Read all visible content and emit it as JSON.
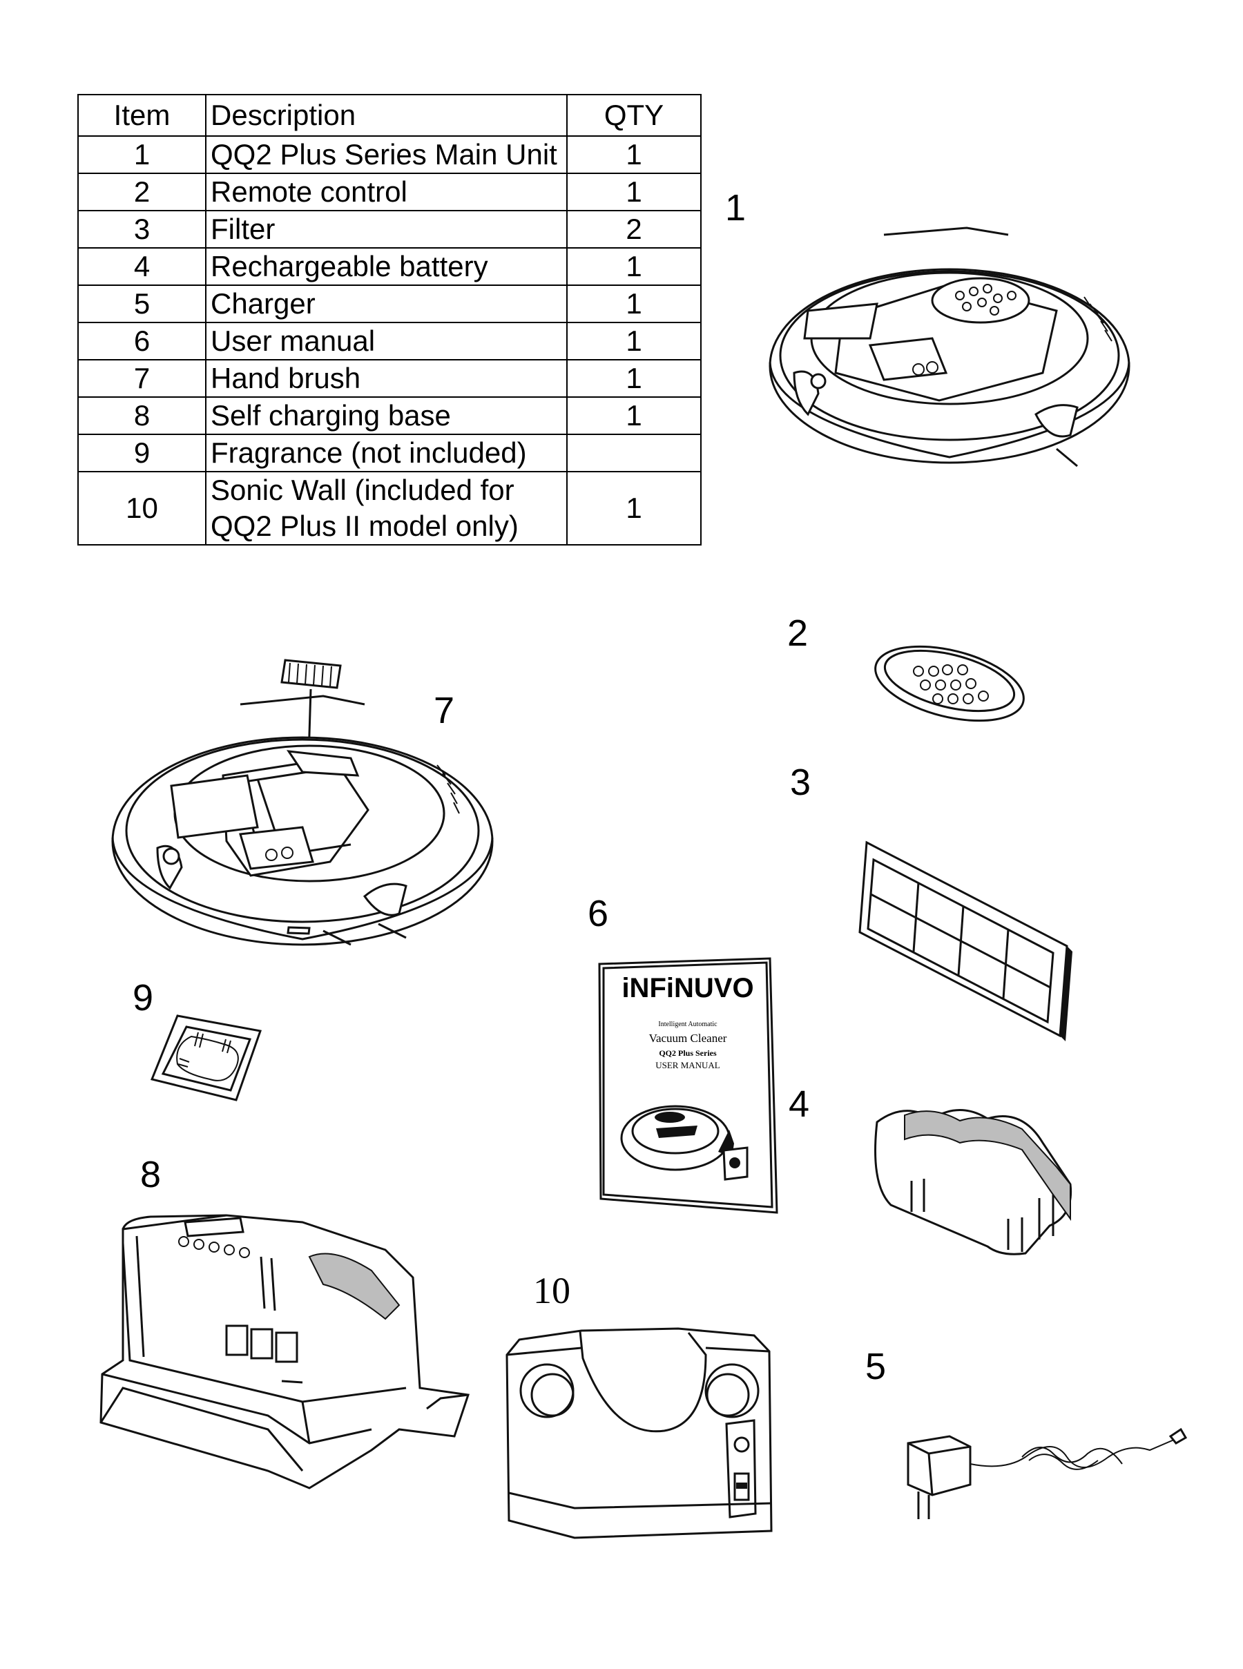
{
  "table": {
    "headers": [
      "Item",
      "Description",
      "QTY"
    ],
    "rows": [
      {
        "item": "1",
        "description": "QQ2 Plus Series Main Unit",
        "qty": "1"
      },
      {
        "item": "2",
        "description": "Remote control",
        "qty": "1"
      },
      {
        "item": "3",
        "description": "Filter",
        "qty": "2"
      },
      {
        "item": "4",
        "description": "Rechargeable battery",
        "qty": "1"
      },
      {
        "item": "5",
        "description": "Charger",
        "qty": "1"
      },
      {
        "item": "6",
        "description": "User manual",
        "qty": "1"
      },
      {
        "item": "7",
        "description": "Hand brush",
        "qty": "1"
      },
      {
        "item": "8",
        "description": "Self charging base",
        "qty": "1"
      },
      {
        "item": "9",
        "description": "Fragrance (not included)",
        "qty": ""
      },
      {
        "item": "10",
        "description": "Sonic Wall (included for QQ2 Plus II model only)",
        "qty": "1"
      }
    ]
  },
  "callouts": {
    "main_unit": "1",
    "remote": "2",
    "filter": "3",
    "battery": "4",
    "charger": "5",
    "manual": "6",
    "brush": "7",
    "base": "8",
    "fragrance": "9",
    "sonic_wall": "10"
  },
  "manual_cover": {
    "brand": "iNFiNUVO",
    "line1": "Intelligent Automatic",
    "line2": "Vacuum Cleaner",
    "line3": "QQ2 Plus Series",
    "line4": "USER MANUAL"
  }
}
